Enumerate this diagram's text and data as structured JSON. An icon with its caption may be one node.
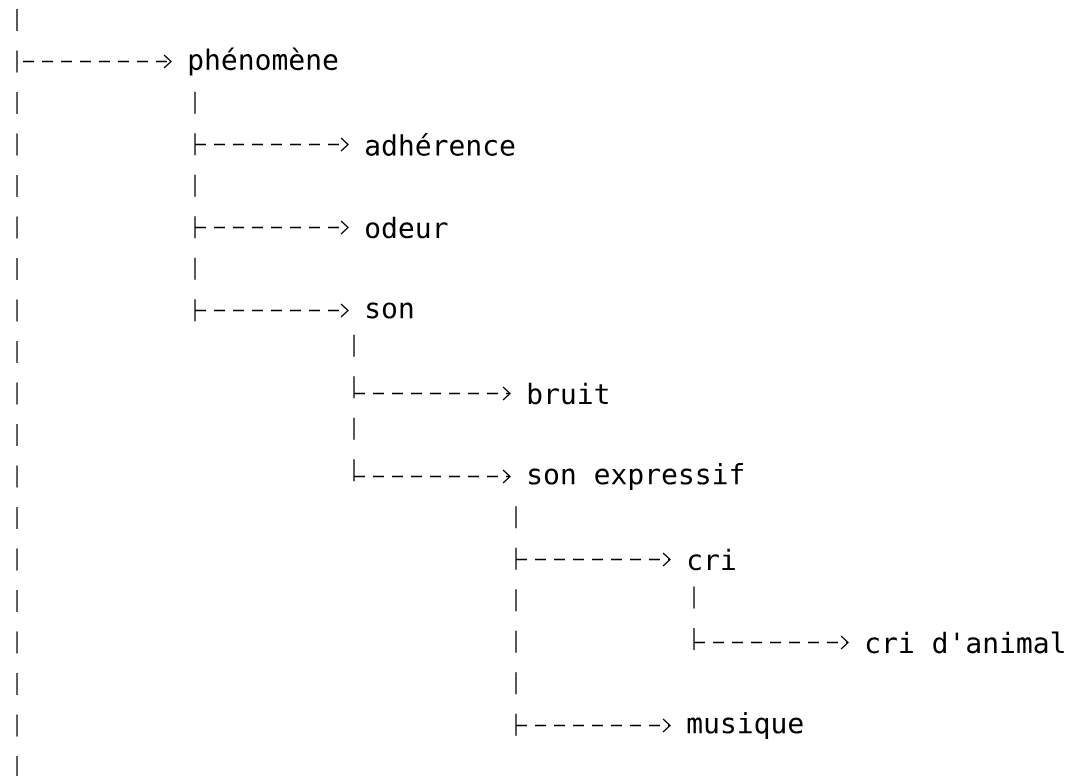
{
  "diagram": {
    "nodes": [
      {
        "text": [
          "phénomène"
        ]
      },
      {
        "text": [
          "adhérence"
        ]
      },
      {
        "text": [
          "odeur"
        ]
      },
      {
        "text": [
          "son"
        ]
      },
      {
        "text": [
          "bruit"
        ]
      },
      {
        "text": [
          "son expressif"
        ]
      },
      {
        "text": [
          "cri"
        ]
      },
      {
        "text": [
          "cri d'animal"
        ]
      },
      {
        "text": [
          "musique"
        ]
      }
    ],
    "edges": [
      {
        "from": null,
        "to": 0,
        "arrow": "to"
      },
      {
        "from": 0,
        "to": 1,
        "arrow": "to"
      },
      {
        "from": 0,
        "to": 2,
        "arrow": "to"
      },
      {
        "from": 0,
        "to": 3,
        "arrow": "to"
      },
      {
        "from": 3,
        "to": 4,
        "arrow": "to"
      },
      {
        "from": 3,
        "to": 5,
        "arrow": "to"
      },
      {
        "from": 5,
        "to": 6,
        "arrow": "to"
      },
      {
        "from": 6,
        "to": 7,
        "arrow": "to"
      },
      {
        "from": 5,
        "to": 8,
        "arrow": "to"
      }
    ]
  }
}
